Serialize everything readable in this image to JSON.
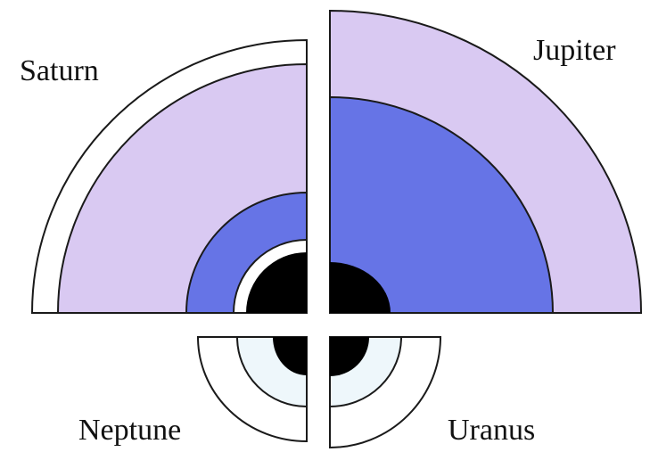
{
  "labels": {
    "saturn": "Saturn",
    "jupiter": "Jupiter",
    "neptune": "Neptune",
    "uranus": "Uranus"
  },
  "colors": {
    "background": "#ffffff",
    "outline": "#1a1a1a",
    "outer_shell": "#d9c9f2",
    "metallic_hydrogen_layer": "#6674e6",
    "ice_layer": "#eef7fb",
    "core": "#000000"
  }
}
